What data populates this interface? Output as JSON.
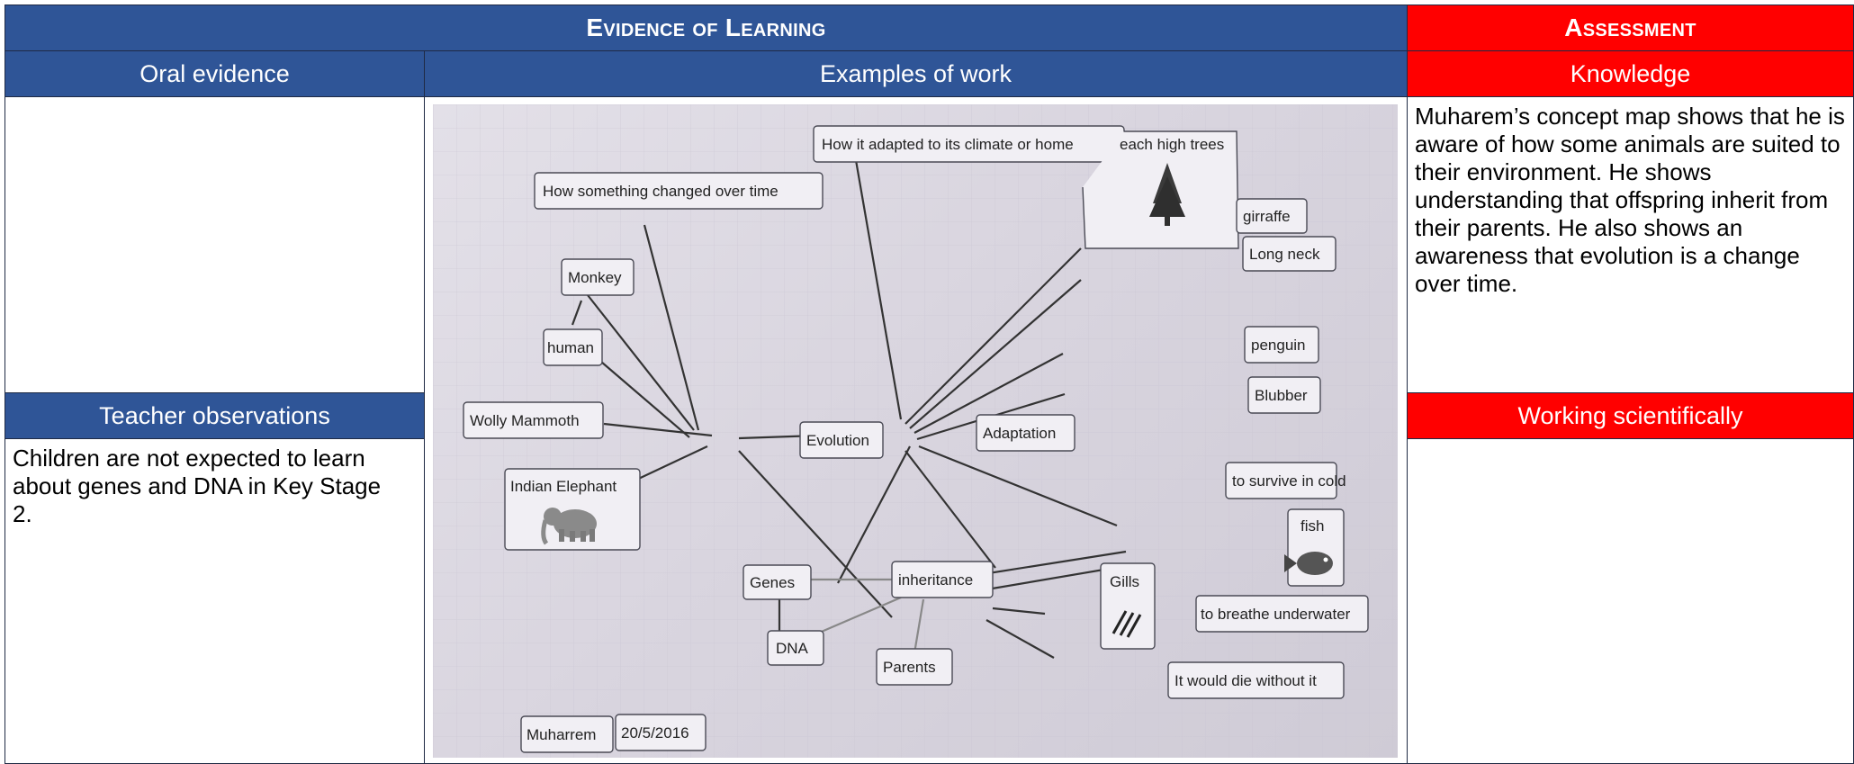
{
  "headers": {
    "evidence_of_learning": "Evidence of Learning",
    "assessment": "Assessment",
    "oral_evidence": "Oral evidence",
    "examples_of_work": "Examples of work",
    "knowledge": "Knowledge",
    "teacher_observations": "Teacher observations",
    "working_scientifically": "Working scientifically"
  },
  "oral_evidence_text": "",
  "teacher_observations_text": "Children are not expected to learn about genes and DNA in Key Stage 2.",
  "knowledge_text": "Muharem’s concept map shows that he is aware of how some animals are suited to their environment. He shows understanding that offspring inherit from their parents. He also shows an awareness that evolution is a change over time.",
  "working_scientifically_text": "",
  "concept_map": {
    "how_adapted": "How it adapted to its climate or home",
    "reach_high_trees": "each high trees",
    "how_changed": "How something changed over time",
    "giraffe": "girraffe",
    "long_neck": "Long neck",
    "monkey": "Monkey",
    "human": "human",
    "penguin": "penguin",
    "blubber": "Blubber",
    "wolly_mammoth": "Wolly Mammoth",
    "evolution": "Evolution",
    "adaptation": "Adaptation",
    "indian_elephant": "Indian Elephant",
    "to_survive": "to survive in cold",
    "fish": "fish",
    "genes": "Genes",
    "inheritance": "inheritance",
    "gills": "Gills",
    "dna": "DNA",
    "to_breathe": "to breathe underwater",
    "parents": "Parents",
    "would_die": "It would die without it",
    "student_name": "Muharrem",
    "date": "20/5/2016"
  },
  "icons": [
    "tree-icon",
    "elephant-icon",
    "fish-icon",
    "gills-icon"
  ],
  "colors": {
    "header_blue": "#2f5597",
    "header_red": "#ff0000"
  }
}
